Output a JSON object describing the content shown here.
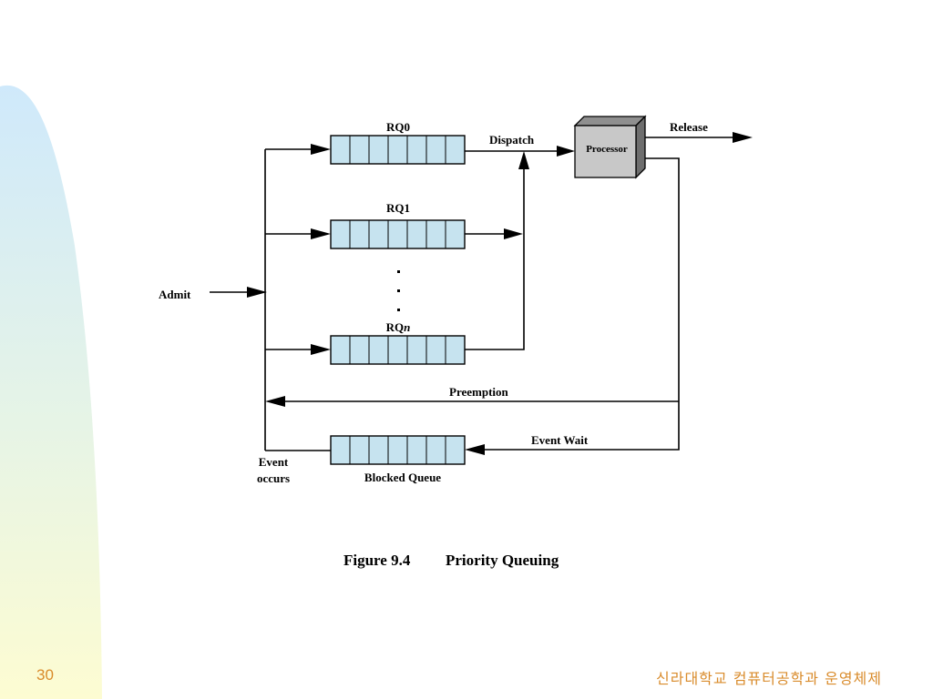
{
  "slide": {
    "page_number": "30",
    "footer": "신라대학교 컴퓨터공학과 운영체제",
    "colors": {
      "gradient_top": "#cfe9fb",
      "gradient_bottom": "#fdfcd2",
      "queue_fill": "#c6e3ef",
      "processor_front": "#c8c8c8",
      "footer_text": "#d98b2b"
    }
  },
  "diagram": {
    "queues": {
      "rq0": "RQ0",
      "rq1": "RQ1",
      "rqn_prefix": "RQ",
      "rqn_suffix": "n",
      "blocked": "Blocked Queue"
    },
    "processor": "Processor",
    "labels": {
      "admit": "Admit",
      "dispatch": "Dispatch",
      "release": "Release",
      "preemption": "Preemption",
      "event_wait": "Event Wait",
      "event_occurs_line1": "Event",
      "event_occurs_line2": "occurs"
    },
    "caption": {
      "number": "Figure 9.4",
      "title": "Priority Queuing"
    }
  }
}
